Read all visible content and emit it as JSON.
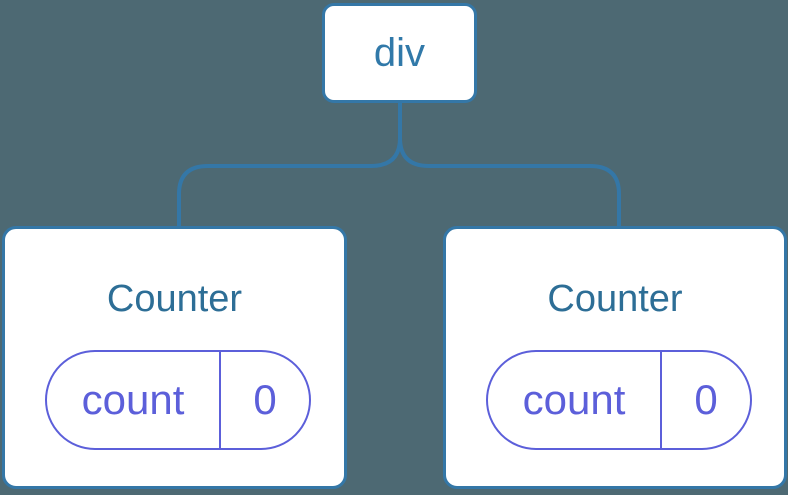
{
  "colors": {
    "background": "#4D6973",
    "stroke_blue": "#3477A7",
    "root_label_blue": "#3179A9",
    "component_title_blue": "#2D6E96",
    "state_purple": "#5C5FDA",
    "node_fill": "#FFFFFF"
  },
  "tree": {
    "root": {
      "label": "div"
    },
    "children": [
      {
        "title": "Counter",
        "state": {
          "key": "count",
          "value": "0"
        }
      },
      {
        "title": "Counter",
        "state": {
          "key": "count",
          "value": "0"
        }
      }
    ]
  }
}
